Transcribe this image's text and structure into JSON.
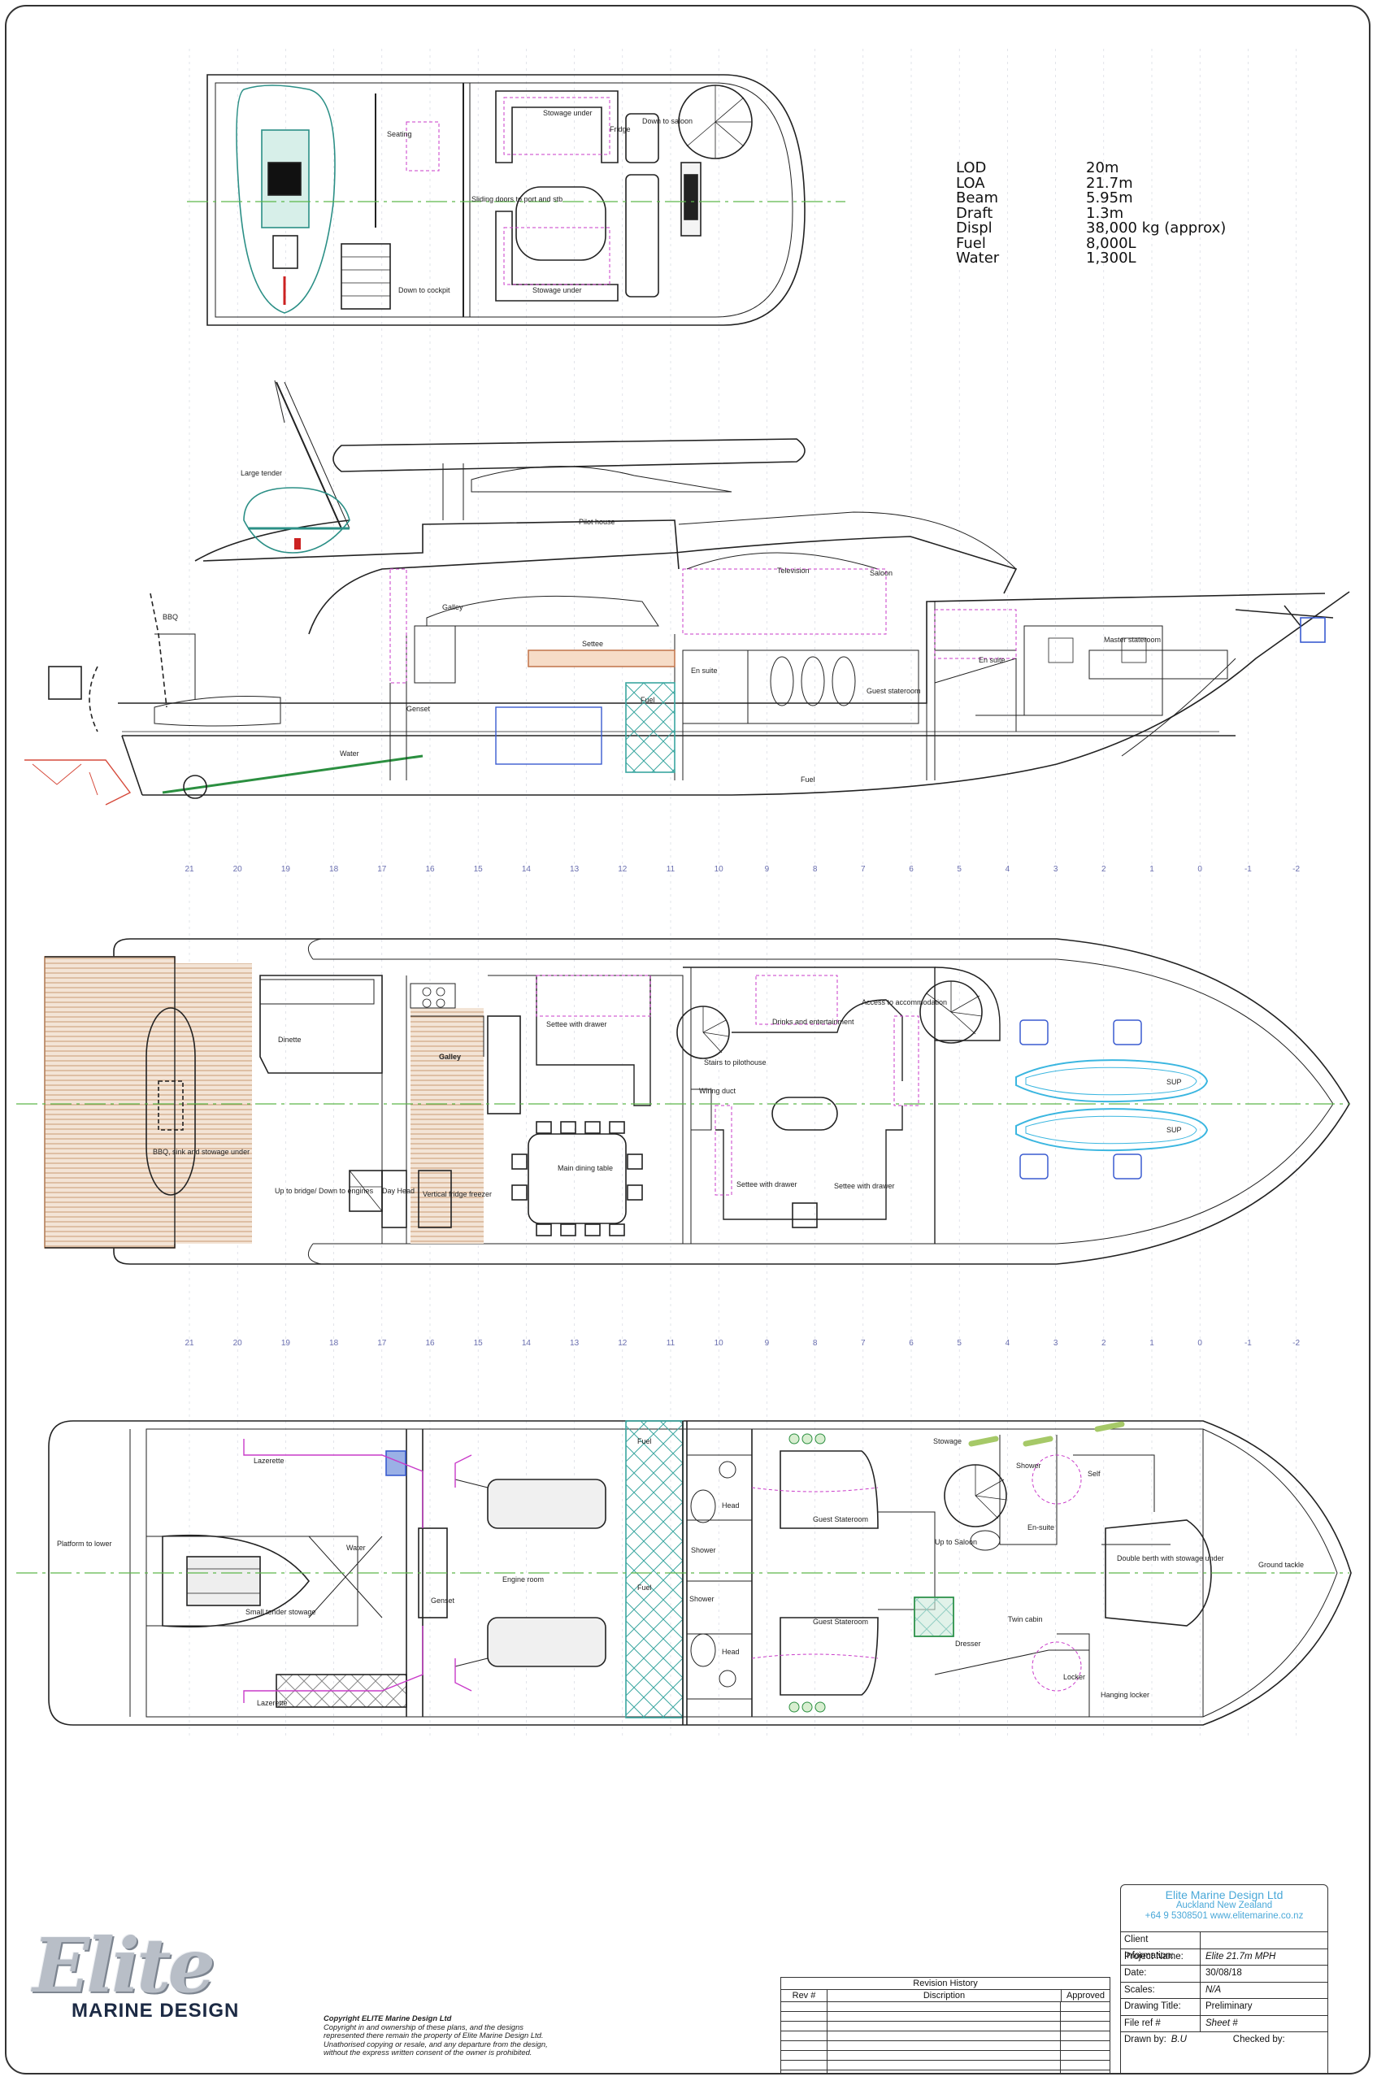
{
  "specs": [
    {
      "label": "LOD",
      "value": "20m"
    },
    {
      "label": "LOA",
      "value": "21.7m"
    },
    {
      "label": "Beam",
      "value": "5.95m"
    },
    {
      "label": "Draft",
      "value": "1.3m"
    },
    {
      "label": "Displ",
      "value": "38,000 kg (approx)"
    },
    {
      "label": "Fuel",
      "value": "8,000L"
    },
    {
      "label": "Water",
      "value": "1,300L"
    }
  ],
  "frames": [
    "21",
    "20",
    "19",
    "18",
    "17",
    "16",
    "15",
    "14",
    "13",
    "12",
    "11",
    "10",
    "9",
    "8",
    "7",
    "6",
    "5",
    "4",
    "3",
    "2",
    "1",
    "0",
    "-1",
    "-2"
  ],
  "flybridge": {
    "seating": "Seating",
    "stowage_under_top": "Stowage under",
    "fridge": "Fridge",
    "down_to_saloon": "Down to saloon",
    "sliding_doors": "Sliding doors to port and stb",
    "down_to_cockpit": "Down to cockpit",
    "stowage_under_bottom": "Stowage under"
  },
  "profile": {
    "large_tender": "Large tender",
    "pilot_house": "Pilot house",
    "television": "Television",
    "saloon": "Saloon",
    "bbq": "BBQ",
    "galley": "Galley",
    "settee": "Settee",
    "en_suite_fwd": "En suite",
    "master_stateroom": "Master stateroom",
    "en_suite_mid": "En suite",
    "fuel_mid": "Fuel",
    "guest_stateroom": "Guest stateroom",
    "genset": "Genset",
    "water": "Water",
    "fuel_low": "Fuel"
  },
  "main_deck": {
    "dinette": "Dinette",
    "galley": "Galley",
    "settee_with_drawer_top": "Settee with drawer",
    "stairs_to_pilothouse": "Stairs to pilothouse",
    "drinks_and_entertainment": "Drinks and entertainment",
    "access_to_accommodation": "Access to accommodation",
    "wiring_duct": "Wiring duct",
    "sup_1": "SUP",
    "sup_2": "SUP",
    "bbq_sink": "BBQ, sink and stowage under",
    "main_dining_table": "Main dining table",
    "up_to_bridge": "Up to bridge/ Down to engines",
    "day_head": "Day Head",
    "vertical_fridge": "Vertical fridge freezer",
    "settee_with_drawer_left": "Settee with drawer",
    "settee_with_drawer_right": "Settee with drawer"
  },
  "lower_deck": {
    "lazerette_top": "Lazerette",
    "fuel_top": "Fuel",
    "stowage": "Stowage",
    "shower_fwd": "Shower",
    "self": "Self",
    "head_top": "Head",
    "guest_stateroom_top": "Guest Stateroom",
    "platform_to_lower": "Platform to lower",
    "water": "Water",
    "shower_1": "Shower",
    "up_to_saloon": "Up to Saloon",
    "en_suite": "En-suite",
    "double_berth": "Double berth with stowage under",
    "ground_tackle": "Ground tackle",
    "engine_room": "Engine room",
    "fuel_mid": "Fuel",
    "shower_2": "Shower",
    "genset": "Genset",
    "twin_cabin": "Twin cabin",
    "small_tender_stowage": "Small tender stowage",
    "guest_stateroom_bottom": "Guest Stateroom",
    "head_bottom": "Head",
    "dresser": "Dresser",
    "locker": "Locker",
    "hanging_locker": "Hanging locker",
    "lazerette_bottom": "Lazerette"
  },
  "logo": {
    "script": "Elite",
    "subtitle": "MARINE DESIGN"
  },
  "copyright": {
    "title": "Copyright ELITE Marine Design Ltd",
    "lines": [
      "Copyright in and ownership of these plans, and the designs",
      "represented there remain the property of Elite Marine Design Ltd.",
      "Unathorised copying or resale, and any departure from the design,",
      "without the express written consent of the owner is prohibited."
    ]
  },
  "revision": {
    "title": "Revision History",
    "col_rev": "Rev #",
    "col_desc": "Discription",
    "col_approved": "Approved"
  },
  "titleblock": {
    "company": "Elite Marine Design Ltd",
    "location": "Auckland New Zealand",
    "contact": "+64 9 5308501 www.elitemarine.co.nz",
    "client_label": "Client Information:",
    "client_value": "",
    "project_label": "Project Name:",
    "project_value": "Elite 21.7m MPH",
    "date_label": "Date:",
    "date_value": "30/08/18",
    "scales_label": "Scales:",
    "scales_value": "N/A",
    "drawing_label": "Drawing Title:",
    "drawing_value": "Preliminary",
    "file_label": "File ref #",
    "sheet_label": "Sheet #",
    "drawn_label": "Drawn by:",
    "drawn_value": "B.U",
    "checked_label": "Checked by:"
  },
  "colors": {
    "line": "#222222",
    "pink": "#c93bc9",
    "green_centerline": "#5db84a",
    "teal": "#3aa6a0",
    "blue_sup": "#3ab6e0",
    "deck_wood": "#c99a72",
    "frame_numbers": "#6a6fb0"
  }
}
